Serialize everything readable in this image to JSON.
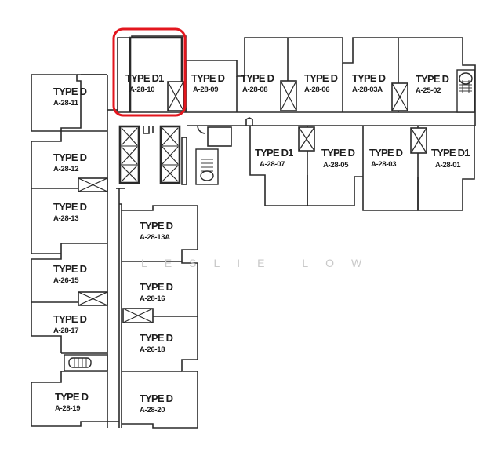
{
  "diagram": {
    "type": "floor-plan",
    "watermark": "LESLIE LOW",
    "highlight_color": "#e3161e",
    "highlighted_unit": "A-28-10",
    "units": [
      {
        "id": "u10",
        "type": "TYPE D1",
        "number": "A-28-10",
        "highlighted": true
      },
      {
        "id": "u09",
        "type": "TYPE D",
        "number": "A-28-09"
      },
      {
        "id": "u08",
        "type": "TYPE D",
        "number": "A-28-08"
      },
      {
        "id": "u06",
        "type": "TYPE D",
        "number": "A-28-06"
      },
      {
        "id": "u03a",
        "type": "TYPE D",
        "number": "A-28-03A"
      },
      {
        "id": "u02",
        "type": "TYPE D",
        "number": "A-25-02"
      },
      {
        "id": "u07",
        "type": "TYPE D1",
        "number": "A-28-07"
      },
      {
        "id": "u05",
        "type": "TYPE D",
        "number": "A-28-05"
      },
      {
        "id": "u03",
        "type": "TYPE D",
        "number": "A-28-03"
      },
      {
        "id": "u01",
        "type": "TYPE D1",
        "number": "A-28-01"
      },
      {
        "id": "u11",
        "type": "TYPE D",
        "number": "A-28-11"
      },
      {
        "id": "u12",
        "type": "TYPE D",
        "number": "A-28-12"
      },
      {
        "id": "u13",
        "type": "TYPE D",
        "number": "A-28-13"
      },
      {
        "id": "u15",
        "type": "TYPE D",
        "number": "A-26-15"
      },
      {
        "id": "u17",
        "type": "TYPE D",
        "number": "A-28-17"
      },
      {
        "id": "u19",
        "type": "TYPE D",
        "number": "A-28-19"
      },
      {
        "id": "u13a",
        "type": "TYPE D",
        "number": "A-28-13A"
      },
      {
        "id": "u16",
        "type": "TYPE D",
        "number": "A-28-16"
      },
      {
        "id": "u18",
        "type": "TYPE D",
        "number": "A-26-18"
      },
      {
        "id": "u20",
        "type": "TYPE D",
        "number": "A-28-20"
      }
    ]
  }
}
